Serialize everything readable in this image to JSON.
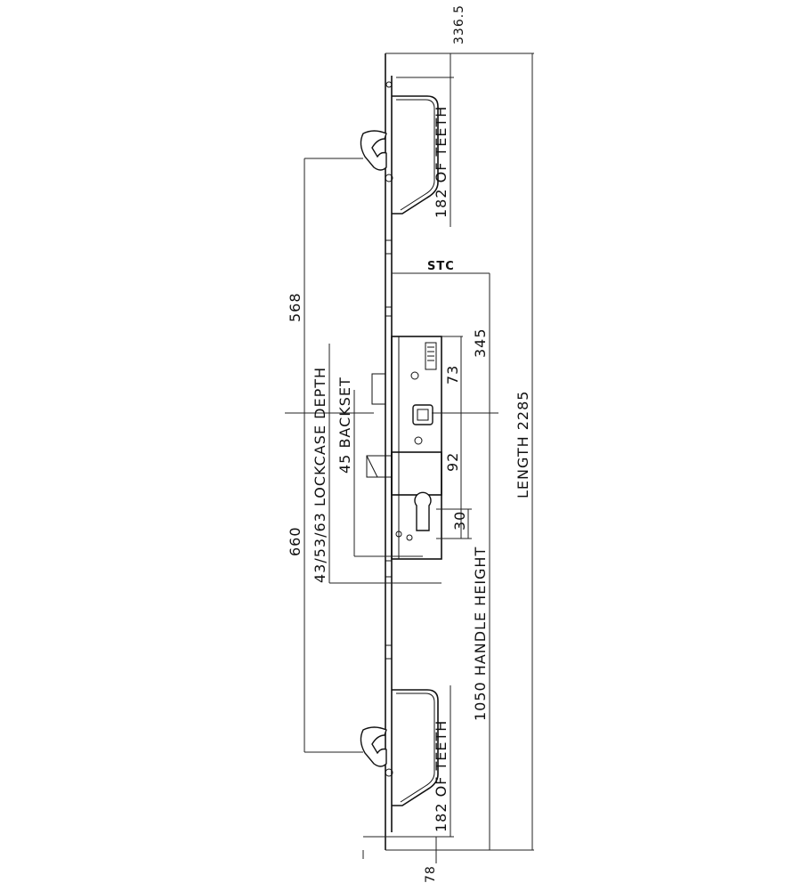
{
  "labels": {
    "top_offset": "336.5",
    "bottom_offset": "78",
    "stc": "STC",
    "length": "LENGTH 2285",
    "handle_height": "1050 HANDLE HEIGHT",
    "teeth_top": "182 OF TEETH",
    "teeth_bottom": "182 OF TEETH",
    "upper_hook_spacing": "568",
    "lower_hook_spacing": "660",
    "lockcase_depth": "43/53/63 LOCKCASE DEPTH",
    "backset": "45 BACKSET",
    "dim_345": "345",
    "dim_73": "73",
    "dim_92": "92",
    "dim_30": "30"
  }
}
